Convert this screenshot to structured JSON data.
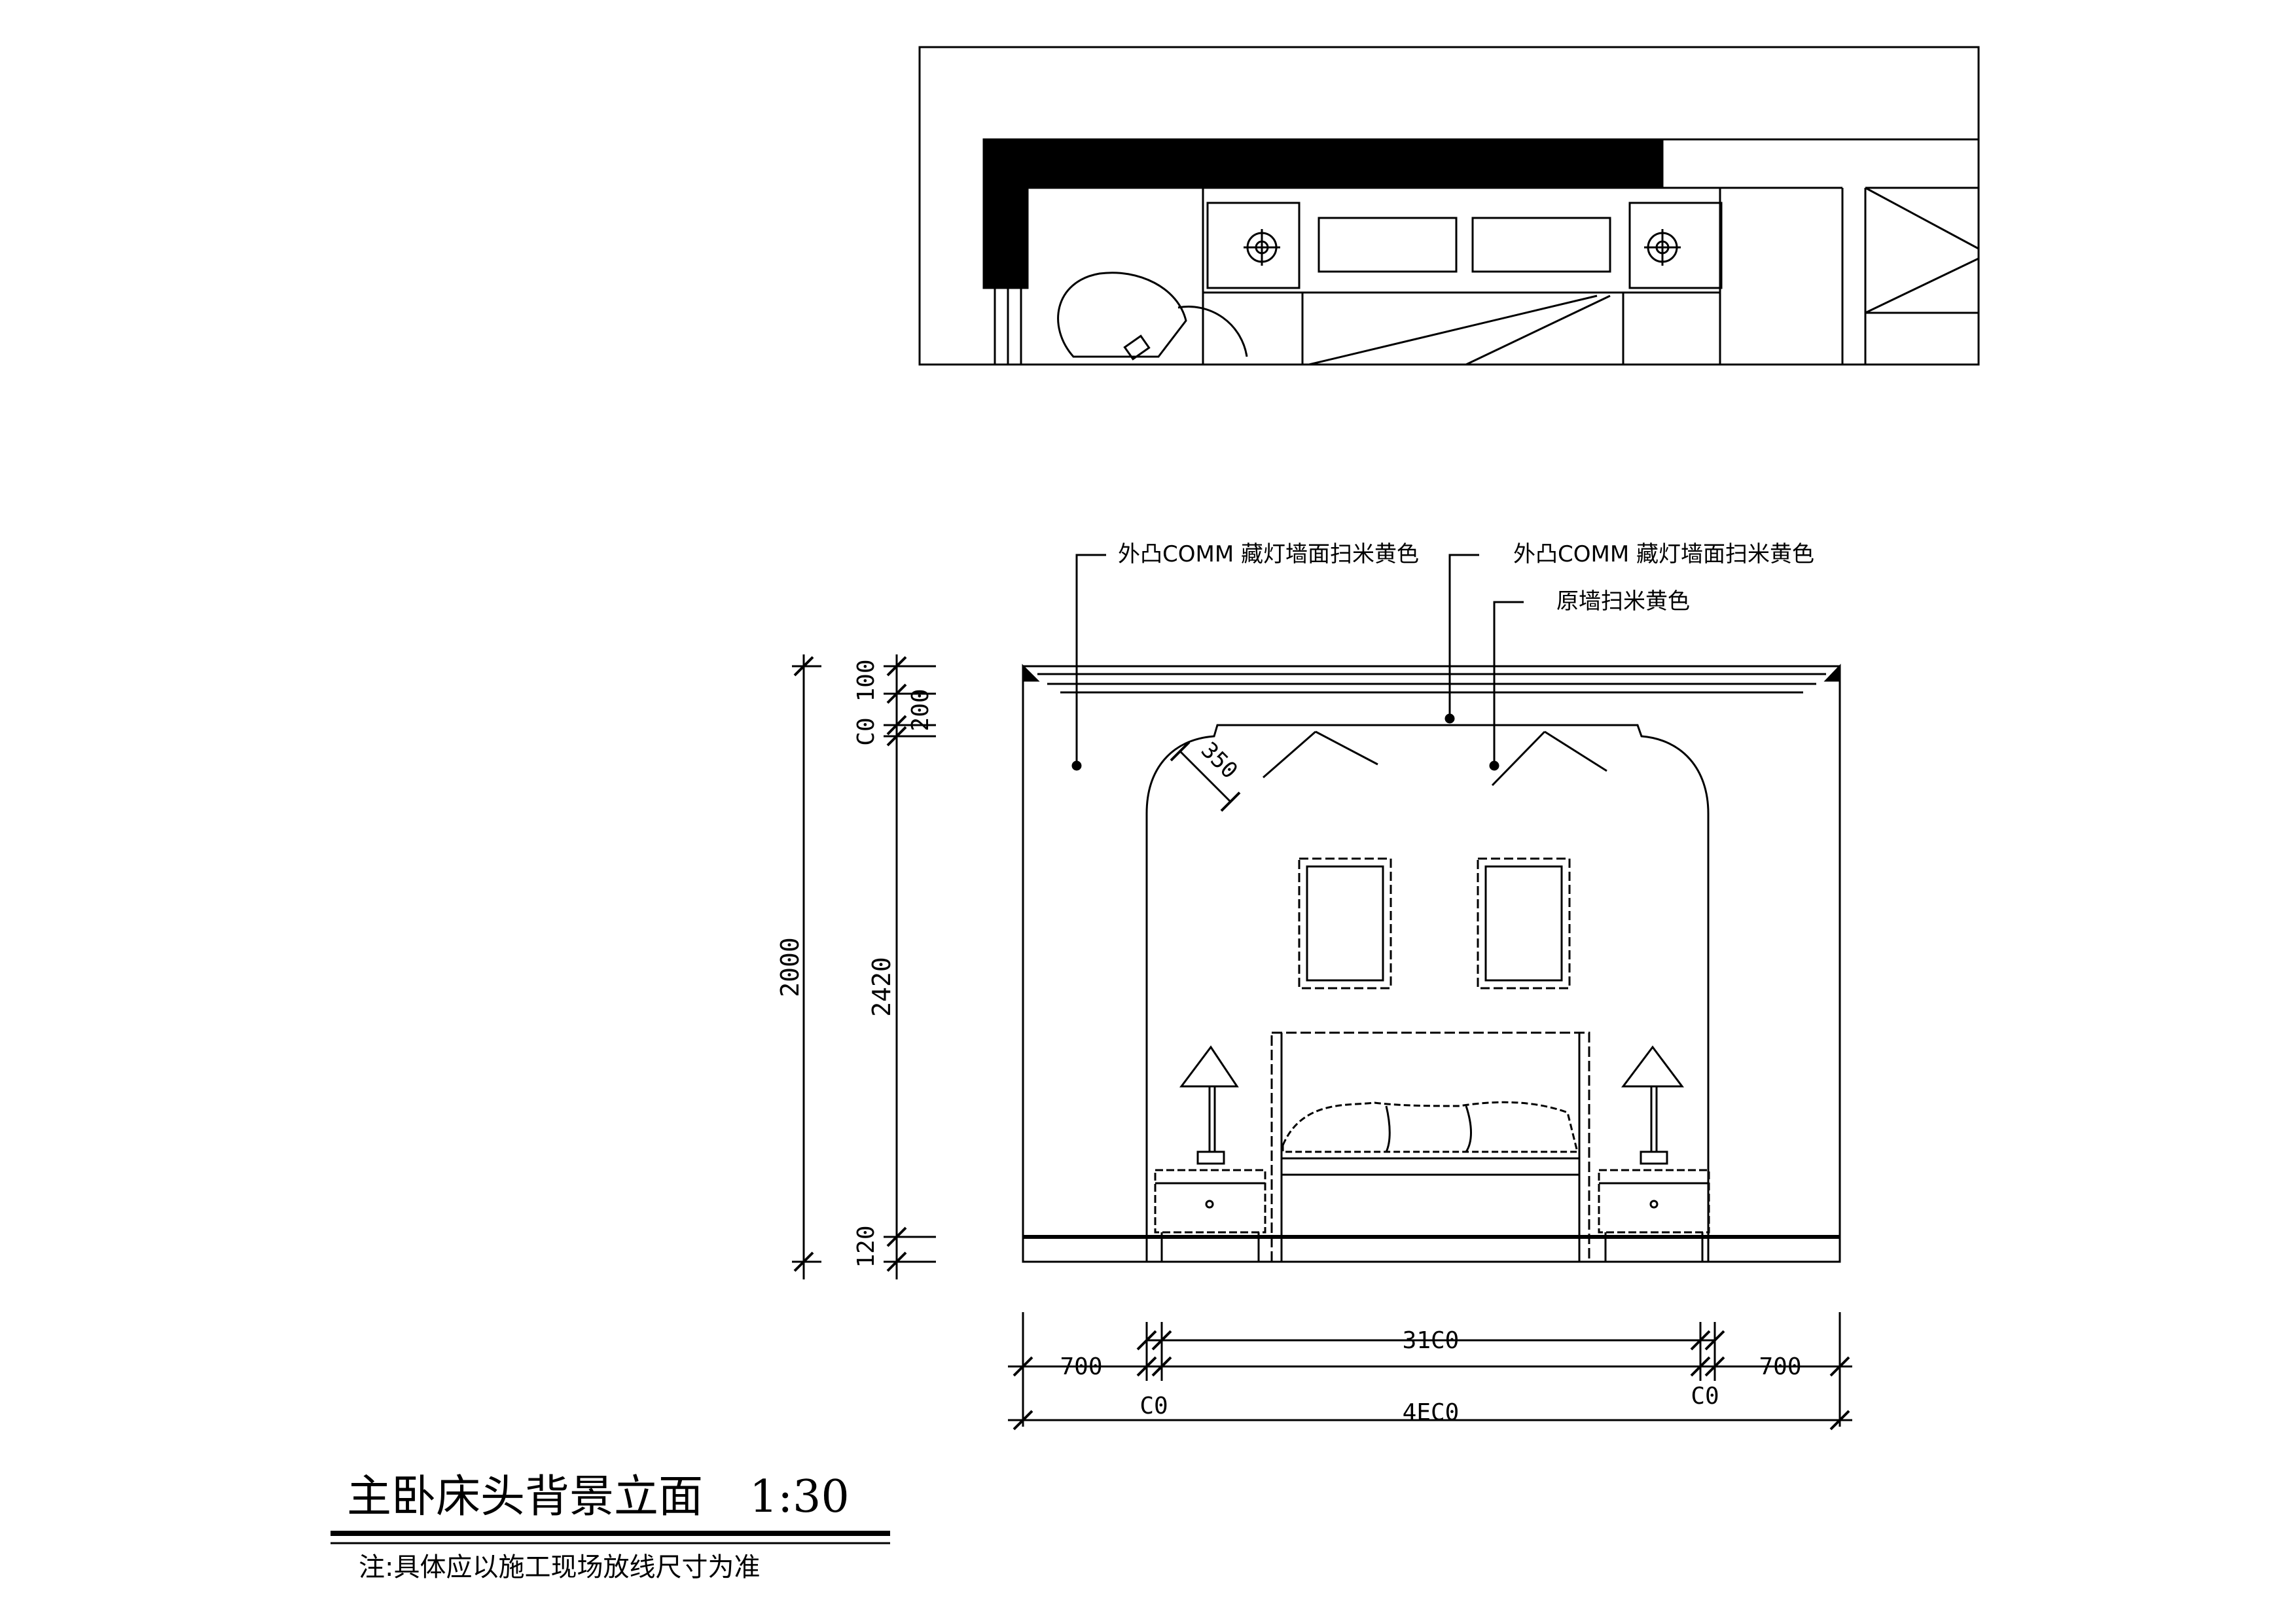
{
  "drawing": {
    "title": "主卧床头背景立面",
    "scale": "1:30",
    "note": "注:具体应以施工现场放线尺寸为准"
  },
  "callouts": {
    "left": "外凸COMM 藏灯墙面扫米黄色",
    "center": "外凸COMM 藏灯墙面扫米黄色",
    "right": "原墙扫米黄色"
  },
  "dimensions": {
    "arch_radius": "350",
    "left_outer": "2000",
    "left_top": "100",
    "left_upper": "200",
    "left_gap": "C0",
    "left_middle": "2420",
    "left_bottom": "120",
    "bottom_left": "700",
    "bottom_left_gap": "C0",
    "bottom_center": "31C0",
    "bottom_right_gap": "C0",
    "bottom_right": "700",
    "bottom_total": "4EC0"
  },
  "colors": {
    "line": "#000000",
    "background": "#ffffff"
  }
}
